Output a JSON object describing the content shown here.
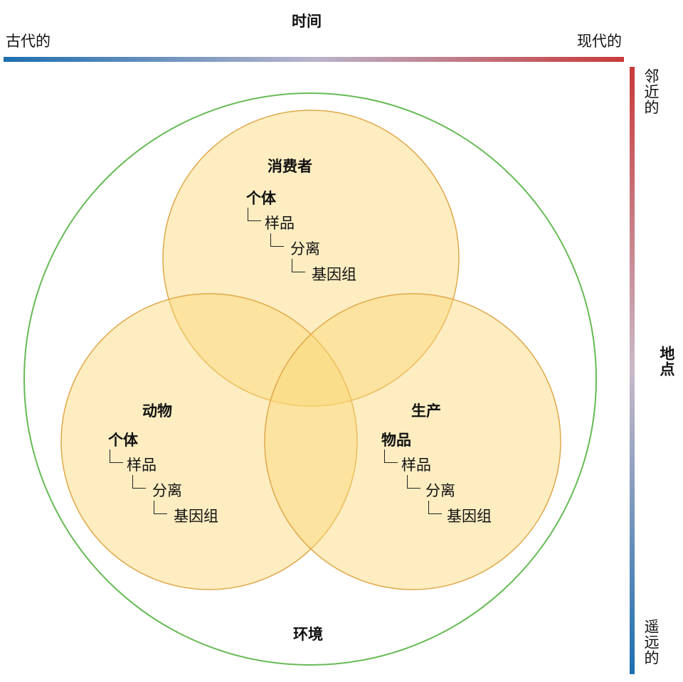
{
  "time_axis": {
    "title": "时间",
    "left_label": "古代的",
    "right_label": "现代的"
  },
  "place_axis": {
    "title": "地点",
    "top_label": "邻近的",
    "bottom_label": "遥远的"
  },
  "environment_label": "环境",
  "colors": {
    "circle_fill": "#fbd676",
    "circle_stroke": "#e0a84a",
    "environment_stroke": "#66bb55"
  },
  "consumer": {
    "title": "消费者",
    "root": "个体",
    "l1": "样品",
    "l2": "分离",
    "l3": "基因组"
  },
  "animal": {
    "title": "动物",
    "root": "个体",
    "l1": "样品",
    "l2": "分离",
    "l3": "基因组"
  },
  "production": {
    "title": "生产",
    "root": "物品",
    "l1": "样品",
    "l2": "分离",
    "l3": "基因组"
  }
}
